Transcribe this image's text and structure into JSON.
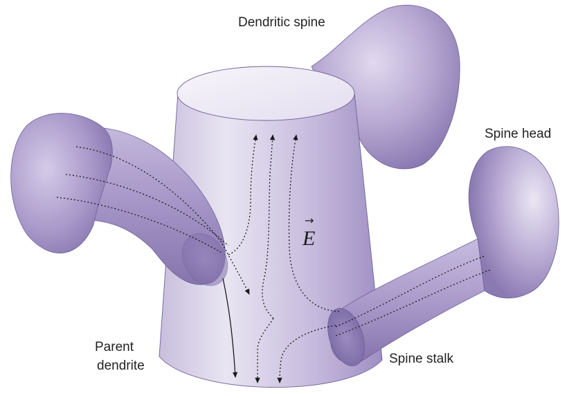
{
  "labels": {
    "dendritic_spine": "Dendritic spine",
    "spine_head": "Spine head",
    "spine_stalk": "Spine stalk",
    "parent_dendrite_line1": "Parent",
    "parent_dendrite_line2": "dendrite"
  },
  "symbols": {
    "electric_field": "E",
    "vector_arrow": "→"
  },
  "colors": {
    "membrane_light": "#e6e0f0",
    "membrane_mid": "#b3a5cf",
    "membrane_dark": "#8c7bb4",
    "outline": "#6e5f98",
    "field_lines": "#1a1a1a"
  }
}
